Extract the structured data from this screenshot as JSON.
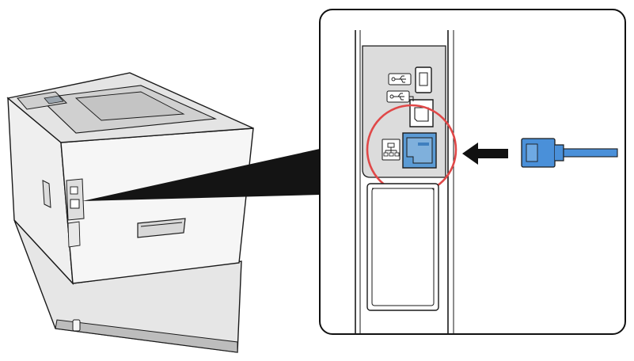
{
  "figure": {
    "subject": "printer",
    "callout": "network-interface-connector",
    "action": "insert-lan-cable"
  },
  "colors": {
    "outline": "#1a1a1a",
    "printer_body": "#f2f2f2",
    "printer_top": "#e4e4e4",
    "printer_shadow": "#c8c8c8",
    "panel_fill": "#dcdcdc",
    "port_highlight": "#5b9bd5",
    "cable": "#4a90d9",
    "highlight_circle": "#e04848",
    "arrow": "#111111"
  },
  "icons": {
    "usb_a_port": "usb-icon",
    "usb_b_port": "usb-icon",
    "network_port": "network-icon"
  }
}
